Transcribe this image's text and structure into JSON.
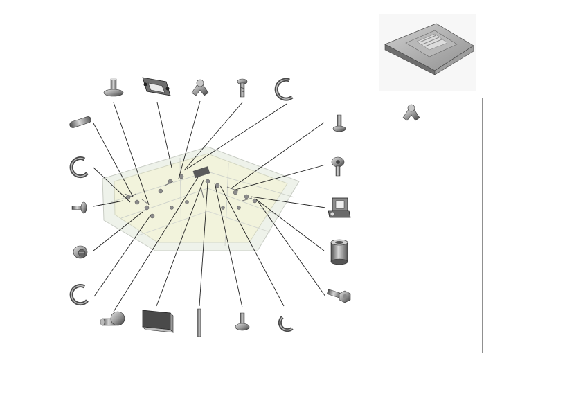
{
  "diagram": {
    "kind": "exploded-view-parts-diagram",
    "colors": {
      "part_dark": "#3a3a3a",
      "part_mid": "#8a8a8a",
      "part_light": "#d6d6d6",
      "assembly_glass": "#e8eee4",
      "assembly_tint": "#e9ecc8",
      "leader_line": "#222222"
    },
    "parts": [
      {
        "id": "pin",
        "icon": "pin-icon"
      },
      {
        "id": "shoulder-screw-top",
        "icon": "shoulder-screw-icon"
      },
      {
        "id": "bracket-top",
        "icon": "bracket-icon"
      },
      {
        "id": "spring-clip-top",
        "icon": "spring-clip-icon"
      },
      {
        "id": "screw-top",
        "icon": "screw-icon"
      },
      {
        "id": "e-ring-top",
        "icon": "e-ring-icon"
      },
      {
        "id": "e-ring-left-1",
        "icon": "e-ring-icon"
      },
      {
        "id": "pin-screw-left",
        "icon": "pin-screw-icon"
      },
      {
        "id": "washer-screw-left",
        "icon": "washer-screw-icon"
      },
      {
        "id": "e-ring-left-2",
        "icon": "e-ring-icon"
      },
      {
        "id": "bolt-right-1",
        "icon": "bolt-icon"
      },
      {
        "id": "washer-screw-right",
        "icon": "washer-screw-icon"
      },
      {
        "id": "bracket-right",
        "icon": "bracket-icon"
      },
      {
        "id": "bushing",
        "icon": "bushing-icon"
      },
      {
        "id": "hex-bolt",
        "icon": "hex-bolt-icon"
      },
      {
        "id": "stepped-pin",
        "icon": "stepped-pin-icon"
      },
      {
        "id": "pad",
        "icon": "pad-icon"
      },
      {
        "id": "rod",
        "icon": "rod-icon"
      },
      {
        "id": "bolt-bottom",
        "icon": "bolt-icon"
      },
      {
        "id": "clip-bottom",
        "icon": "clip-icon"
      }
    ],
    "inset": {
      "icons": [
        "tray-unit-icon",
        "spring-clip-icon"
      ]
    }
  }
}
